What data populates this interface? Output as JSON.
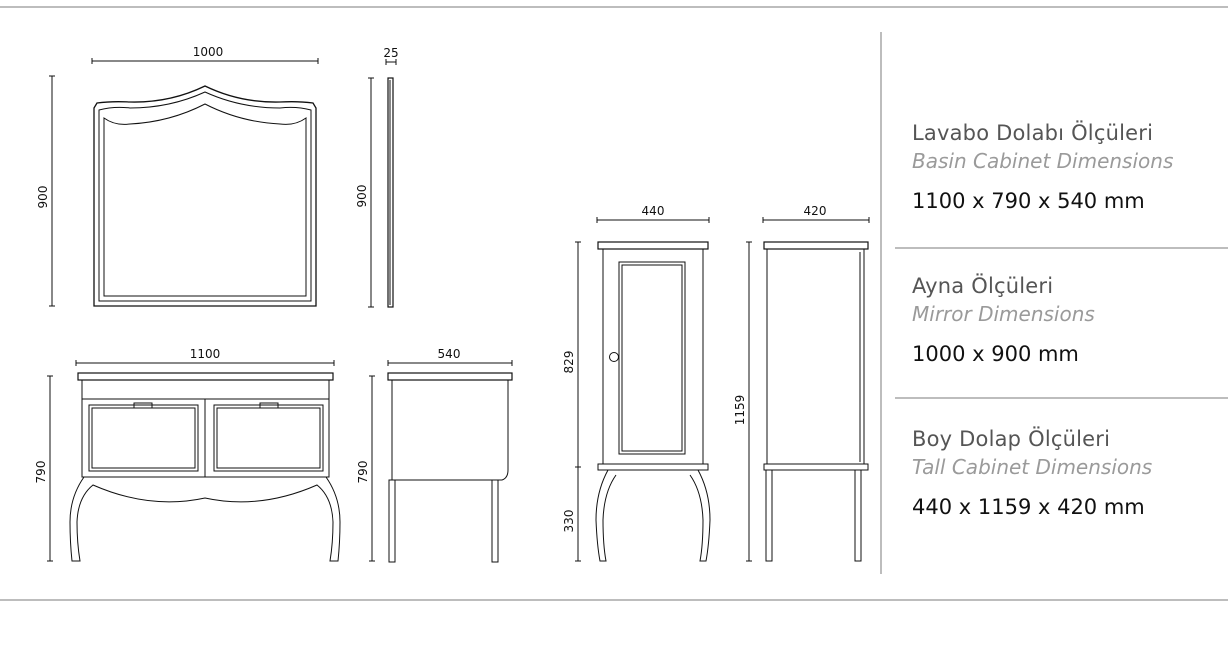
{
  "dimensions": {
    "mirror_width": "1000",
    "mirror_depth": "25",
    "mirror_height_front": "900",
    "mirror_height_side": "900",
    "basin_width": "1100",
    "basin_depth": "540",
    "basin_height_front": "790",
    "basin_height_side": "790",
    "tall_width": "440",
    "tall_depth": "420",
    "tall_body_height": "829",
    "tall_leg_height": "330",
    "tall_total_height": "1159"
  },
  "specs": [
    {
      "title_tr": "Lavabo Dolabı Ölçüleri",
      "title_en": "Basin Cabinet Dimensions",
      "size": "1100 x 790 x 540 mm"
    },
    {
      "title_tr": "Ayna Ölçüleri",
      "title_en": "Mirror Dimensions",
      "size": "1000 x 900 mm"
    },
    {
      "title_tr": "Boy Dolap Ölçüleri",
      "title_en": "Tall Cabinet Dimensions",
      "size": "440 x 1159 x 420 mm"
    }
  ],
  "colors": {
    "line": "#111111",
    "divider": "#bdbdbd",
    "muted": "#9a9a9a"
  }
}
